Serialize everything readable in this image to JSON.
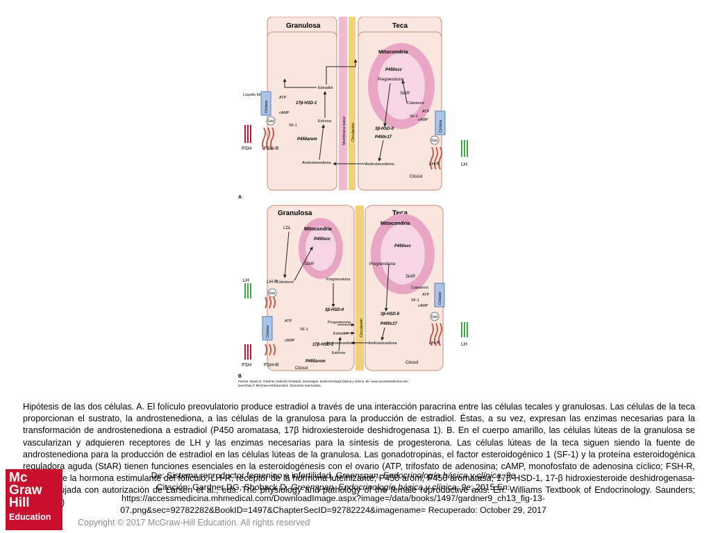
{
  "panel_a": {
    "header_left": "Granulosa",
    "header_right": "Teca",
    "mitochondria": "Mitocondria",
    "p450scc": "P450scc",
    "pregnenolone": "Pregnenolona",
    "star": "StAR",
    "cholesterol": "Colesterol",
    "atp_right": "ATP",
    "camp_right": "cAMP",
    "sf1_right": "SF-1",
    "hsd2": "3β-HSD-II",
    "p450c17": "P450c17",
    "cyclase": "Ciclasa",
    "gs_alpha": "Gsα",
    "lhr": "LH-R",
    "lh": "LH",
    "androstenedione_right": "Androstenediona",
    "cytosol": "Citosol",
    "follicular_fluid": "Líquido folicular",
    "estradiol": "Estradiol",
    "hsd1": "17β-HSD-1",
    "atp_left": "ATP",
    "camp_left": "cAMP",
    "sf1_left": "SF-1",
    "estrone": "Estrona",
    "p450arom": "P450arom",
    "fshr": "FSH-R",
    "fsh": "FSH",
    "androstenedione_left": "Androstenediona",
    "basal_membrane": "Membrana basal",
    "circulation": "Circulación",
    "label": "A"
  },
  "panel_b": {
    "header_left": "Granulosa",
    "header_right": "Teca",
    "ldl": "LDL",
    "mito_left": "Mitocondria",
    "p450scc_left": "P450scc",
    "star_left": "StAR",
    "cholesterol_left": "Colesterol",
    "pregnenolone_left": "Pregnenolona",
    "hsd2_left": "3β-HSD-II",
    "progesterone": "Progesterona",
    "estradiol": "Estradiol",
    "hsd1": "17β-HSD-1",
    "estrone": "Estrona",
    "p450arom": "P450arom",
    "atp_left": "ATP",
    "camp_left": "cAMP",
    "sf1_left": "SF-1",
    "cyclase_left": "Ciclasa",
    "gs_left": "Gsα",
    "lh_left": "LH",
    "lhr_left": "LH-R",
    "fsh": "FSH",
    "fshr": "FSH-R",
    "cytosol_left": "Citosol",
    "circulation": "Circulación",
    "mito_right": "Mitocondria",
    "p450scc_right": "P450scc",
    "pregnenolone_right": "Pregnenolona",
    "star_right": "StAR",
    "cholesterol_right": "Colesterol",
    "atp_right": "ATP",
    "camp_right": "cAMP",
    "sf1_right": "SF-1",
    "hsd2_right": "3β-HSD-II",
    "p450c17": "P450c17",
    "androstenedione_left": "Androstenediona",
    "androstenedione_right": "Androstenediona",
    "cyclase_right": "Ciclasa",
    "gs_right": "Gsα",
    "lhr_right": "LH-R",
    "lh_right": "LH",
    "cytosol_right": "Citosol",
    "label": "B"
  },
  "source_line1": "Fuente: David G. Gardner, Dolores Shoback: Greenspan. Endocrinología básica y clínica, 9e: www.accessmedicina.com",
  "source_line2": "Derechos © McGraw-Hill Education. Derechos reservados.",
  "caption": "Hipótesis de las dos células. A. El folículo preovulatorio produce estradiol a través de una interacción paracrina entre las células tecales y granulosas. Las células de la teca proporcionan el sustrato, la androstenediona, a las células de la granulosa para la producción de estradiol. Éstas, a su vez, expresan las enzimas necesarias para la transformación de androstenediona a estradiol (P450 aromatasa, 17β hidroxiesteroide deshidrogenasa 1). B. En el cuerpo amarillo, las células lúteas de la granulosa se vascularizan y adquieren receptores de LH y las enzimas necesarias para la síntesis de progesterona. Las células lúteas de la teca siguen siendo la fuente de androstenediona para la producción de estradiol en las células lúteas de la granulosa. Las gonadotropinas, el factor esteroidogénico 1 (SF-1) y la proteína esteroidogénica reguladora aguda (StAR) tienen funciones esenciales en la esteroidogénesis con el ovario (ATP, trifosfato de adenosina; cAMP, monofosfato de adenosina cíclico; FSH-R, receptor de la hormona estimulante del folículo; LH-R, receptor de la hormona luteinizante; P450 arom, P450 aromatasa; 17β-HSD-1, 17-β hidroxiesteroide deshidrogenasa-I). (Redibujada con autorización de Larsen et al., eds. The physiology and pathology of the female reproductive axis. En: Williams Textbook of Endocrinology. Saunders; 2003:604.)",
  "citation": {
    "line1_pre": "De: Sistema reproductor femenino e infertilidad, ",
    "line1_book": "Greenspan. Endocrinología básica y clínica, 9e",
    "line2_pre": "Citación: Gardner DG, Shoback D. ",
    "line2_book": "Greenspan. Endocrinología básica y clínica, 9e",
    "line2_post": "; 2015 En:",
    "line3": "https://accessmedicina.mhmedical.com/DownloadImage.aspx?image=/data/books/1497/gardner9_ch13_fig-13-",
    "line4": "07.png&sec=92782282&BookID=1497&ChapterSecID=92782224&imagename= Recuperado: October 29, 2017"
  },
  "logo": {
    "line1": "Mc",
    "line2": "Graw",
    "line3": "Hill",
    "line4": "Education"
  },
  "copyright": "Copyright © 2017 McGraw-Hill Education. All rights reserved",
  "colors": {
    "cell": "#f8e6df",
    "cell_border": "#c98a7a",
    "basal_membrane": "#f2b8cf",
    "circulation": "#f3d27a",
    "mitochondria": "#e9a6c4",
    "mito_inner": "#f7d6e4",
    "cyclase": "#a9c4e6",
    "receptor": "#c65a4a",
    "fsh_hatch": "#c8102e",
    "lh_hatch": "#3aa54a",
    "logo_red": "#c8102e"
  }
}
